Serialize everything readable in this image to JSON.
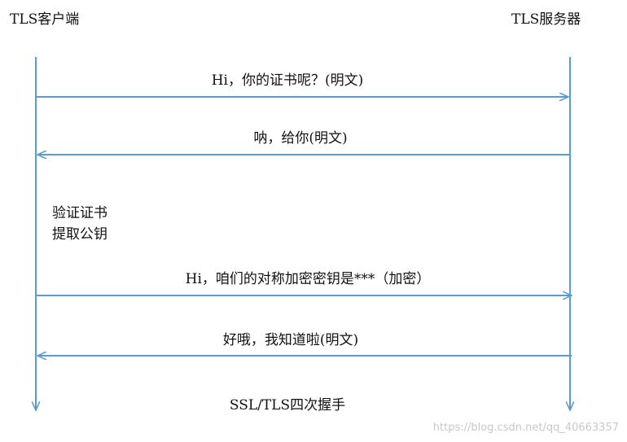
{
  "participants": {
    "client": "TLS客户端",
    "server": "TLS服务器"
  },
  "colors": {
    "line": "#5b9bd5",
    "text": "#111111",
    "watermark": "#c8c8c8"
  },
  "messages": [
    {
      "text": "Hi，你的证书呢？(明文)",
      "direction": "client-to-server"
    },
    {
      "text": "呐，给你(明文)",
      "direction": "server-to-client"
    },
    {
      "text": "Hi，咱们的对称加密密钥是***（加密）",
      "direction": "client-to-server"
    },
    {
      "text": "好哦，我知道啦(明文)",
      "direction": "server-to-client"
    }
  ],
  "client_note": {
    "line1": "验证证书",
    "line2": "提取公钥"
  },
  "caption": "SSL/TLS四次握手",
  "watermark": "https://blog.csdn.net/qq_40663357"
}
